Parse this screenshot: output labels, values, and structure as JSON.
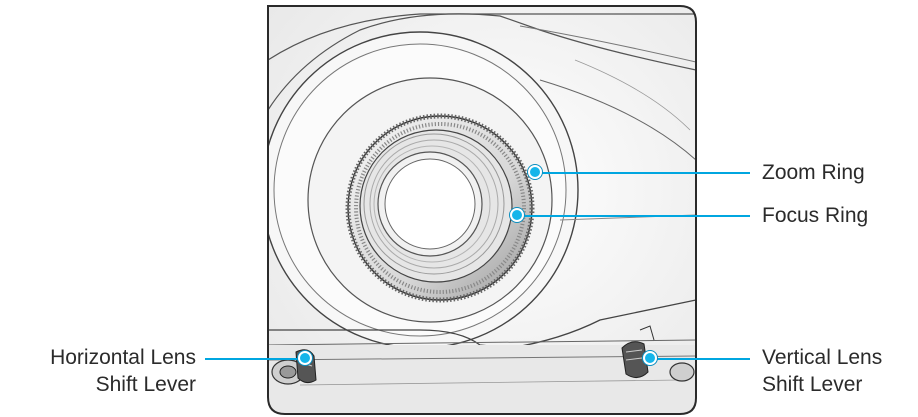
{
  "diagram": {
    "callouts": {
      "zoom_ring": {
        "label": "Zoom Ring"
      },
      "focus_ring": {
        "label": "Focus Ring"
      },
      "horizontal_shift": {
        "line1": "Horizontal Lens",
        "line2": "Shift Lever"
      },
      "vertical_shift": {
        "line1": "Vertical Lens",
        "line2": "Shift Lever"
      }
    },
    "colors": {
      "callout_line": "#00a6e0",
      "callout_dot": "#15b5ea",
      "text": "#2b2b2b",
      "panel_edge": "#2a2a2a"
    }
  }
}
